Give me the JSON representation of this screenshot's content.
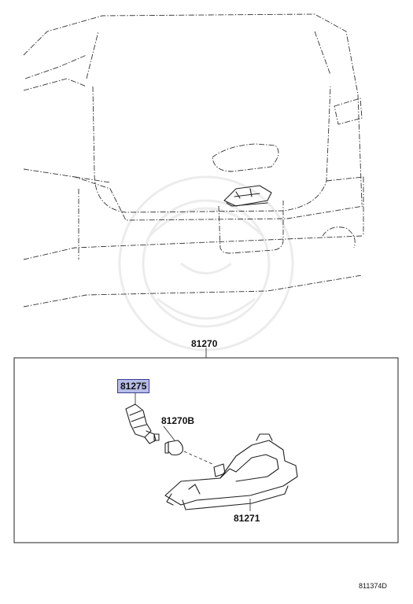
{
  "labels": {
    "assembly": "81270",
    "socket": "81275",
    "bulb": "81270B",
    "lens": "81271"
  },
  "figure_code": "811374D",
  "highlight_color": "#b7bce8"
}
